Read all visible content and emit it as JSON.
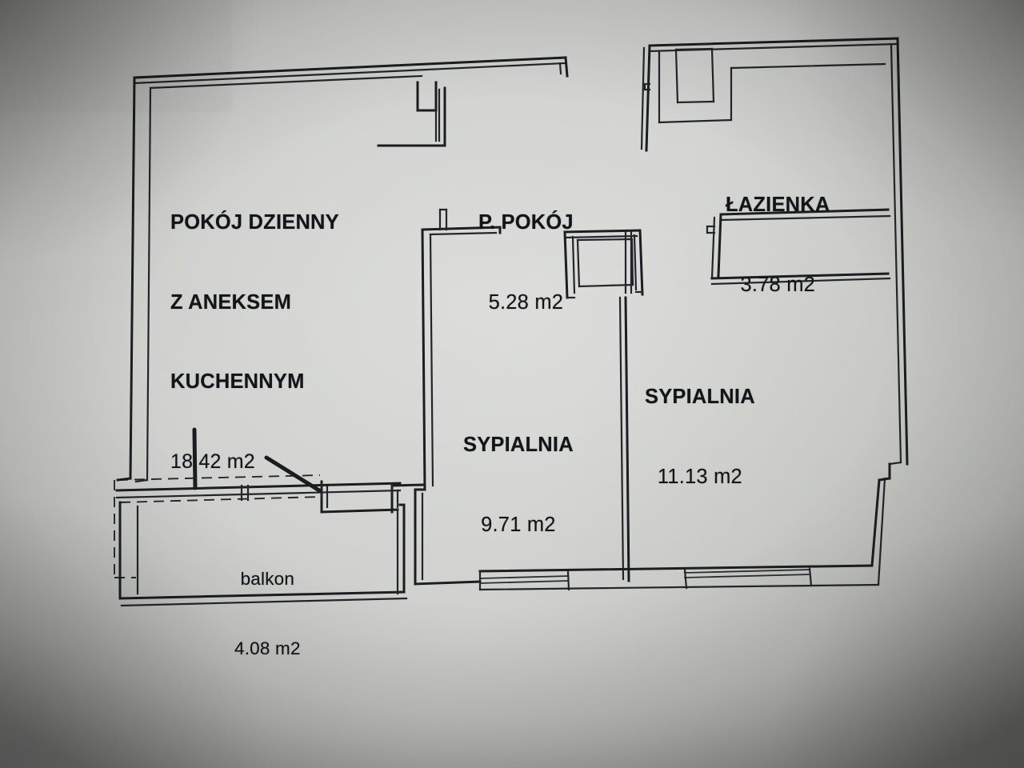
{
  "document": {
    "type": "architectural-floor-plan",
    "language": "pl",
    "medium": "photograph of printed plan on gray paper",
    "unit_label": "m2"
  },
  "rooms": [
    {
      "id": "living-kitchen",
      "name_lines": [
        "POKÓJ DZIENNY",
        "Z ANEKSEM",
        "KUCHENNYM"
      ],
      "name": "POKÓJ DZIENNY Z ANEKSEM KUCHENNYM",
      "line1": "POKÓJ DZIENNY",
      "line2": "Z ANEKSEM",
      "line3": "KUCHENNYM",
      "area": "18.42 m2"
    },
    {
      "id": "hall",
      "name": "P. POKÓJ",
      "area": "5.28 m2"
    },
    {
      "id": "bathroom",
      "name": "ŁAZIENKA",
      "area": "3.78 m2"
    },
    {
      "id": "bedroom-1",
      "name": "SYPIALNIA",
      "area": "9.71 m2"
    },
    {
      "id": "bedroom-2",
      "name": "SYPIALNIA",
      "area": "11.13 m2"
    },
    {
      "id": "balcony",
      "name": "balkon",
      "area": "4.08 m2"
    }
  ],
  "colors": {
    "paper": "#c9cac6",
    "ink": "#1b1d20",
    "paper_shadow": "#8f9091"
  }
}
